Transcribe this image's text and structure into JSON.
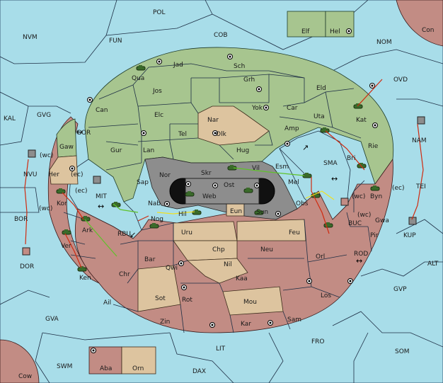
{
  "map": {
    "background_color": "#a8dde9",
    "colors": {
      "green": "#a7c58f",
      "tan": "#ddc49f",
      "rose": "#c28c84",
      "grey": "#8d8d8d",
      "sea": "#a8dde9"
    },
    "labels": {
      "POL": "POL",
      "NVM": "NVM",
      "FUN": "FUN",
      "COB": "COB",
      "Elf": "Elf",
      "Hel": "Hel",
      "NOM": "NOM",
      "Con": "Con",
      "Jad": "Jad",
      "Qua": "Qua",
      "Sch": "Sch",
      "OVD": "OVD",
      "KAL": "KAL",
      "GVG": "GVG",
      "Jos": "Jos",
      "Grh": "Grh",
      "Eld": "Eld",
      "Can": "Can",
      "Yok": "Yok",
      "Car": "Car",
      "Elc": "Elc",
      "Nar": "Nar",
      "Uta": "Uta",
      "Kat": "Kat",
      "GOR": "GOR",
      "Tel": "Tel",
      "Olk": "Olk",
      "Amp": "Amp",
      "Gaw": "Gaw",
      "Gur": "Gur",
      "Lan": "Lan",
      "Hug": "Hug",
      "Bri": "Bri",
      "Rie": "Rie",
      "NAM": "NAM",
      "wc1": "(wc)",
      "SMA": "SMA",
      "Nor": "Nor",
      "Skr": "Skr",
      "Vil": "Vil",
      "Esm": "Esm",
      "NVU": "NVU",
      "Her": "Her",
      "ec1": "(ec)",
      "Sap": "Sap",
      "Ost": "Ost",
      "Mel": "Mel",
      "ec2": "(ec)",
      "TEI": "TEI",
      "ec3": "(ec)",
      "MIT": "MIT",
      "Web": "Web",
      "wc2": "(wc)",
      "Byn": "Byn",
      "Kor": "Kor",
      "Nab": "Nab",
      "Eun": "Eun",
      "Obs": "Obs",
      "BOR": "BOR",
      "wc3": "(wc)",
      "Hil": "Hil",
      "Sun": "Sun",
      "Gwa": "Gwa",
      "wc4": "(wc)",
      "Ark": "Ark",
      "Nog": "Nog",
      "BUC": "BUC",
      "KUP": "KUP",
      "RBU": "RBU",
      "Uru": "Uru",
      "Feu": "Feu",
      "Pir": "Pir",
      "Ver": "Ver",
      "DOR": "DOR",
      "Chp": "Chp",
      "Neu": "Neu",
      "Orl": "Orl",
      "ROD": "ROD",
      "Bar": "Bar",
      "Qwi": "Qwi",
      "Nil": "Nil",
      "ALT": "ALT",
      "Ken": "Ken",
      "Chr": "Chr",
      "Kaa": "Kaa",
      "GVP": "GVP",
      "Sot": "Sot",
      "Rot": "Rot",
      "Los": "Los",
      "Ail": "Ail",
      "Mou": "Mou",
      "GVA": "GVA",
      "Zin": "Zin",
      "Kar": "Kar",
      "Sam": "Sam",
      "FRO": "FRO",
      "LIT": "LIT",
      "SOM": "SOM",
      "SWM": "SWM",
      "Aba": "Aba",
      "Orn": "Orn",
      "Cow": "Cow",
      "DAX": "DAX"
    }
  }
}
